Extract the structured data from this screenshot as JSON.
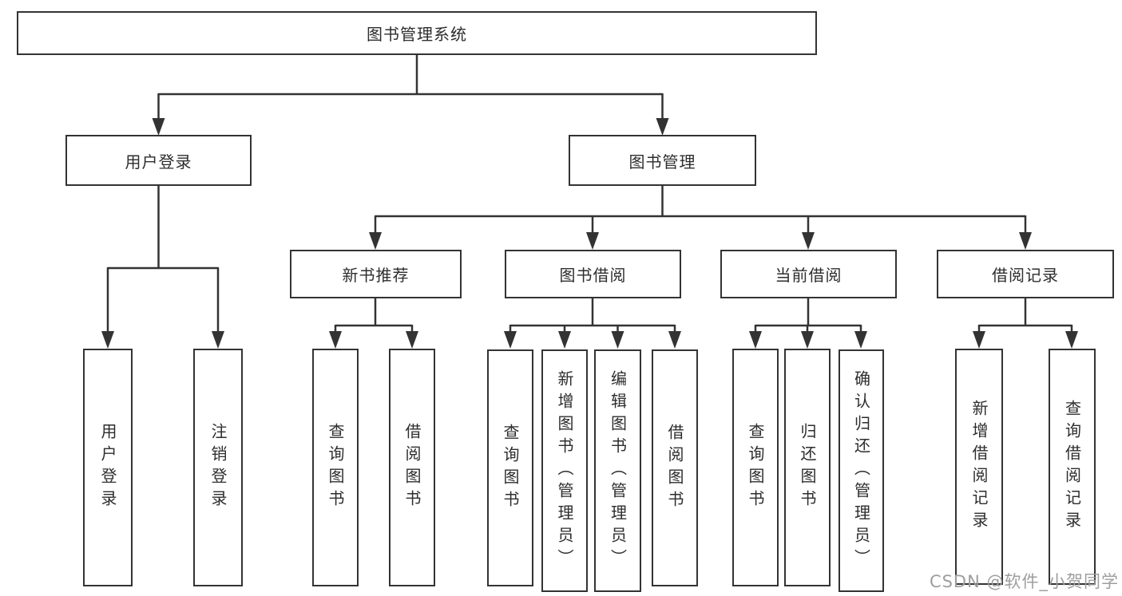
{
  "diagram": {
    "root": "图书管理系统",
    "level2": {
      "user_login": "用户登录",
      "book_management": "图书管理"
    },
    "level3": {
      "new_book_recommend": "新书推荐",
      "book_borrowing": "图书借阅",
      "current_borrowing": "当前借阅",
      "borrowing_records": "借阅记录"
    },
    "leaves": {
      "user_login": [
        "用户登录",
        "注销登录"
      ],
      "new_book_recommend": [
        "查询图书",
        "借阅图书"
      ],
      "book_borrowing": [
        "查询图书",
        "新增图书（管理员）",
        "编辑图书（管理员）",
        "借阅图书"
      ],
      "current_borrowing": [
        "查询图书",
        "归还图书",
        "确认归还（管理员）"
      ],
      "borrowing_records": [
        "新增借阅记录",
        "查询借阅记录"
      ]
    },
    "colors": {
      "line": "#333333",
      "text": "#2d2d2d",
      "background": "#ffffff",
      "watermark": "#9e9e9e"
    },
    "watermark": "CSDN @软件_小贺同学"
  }
}
